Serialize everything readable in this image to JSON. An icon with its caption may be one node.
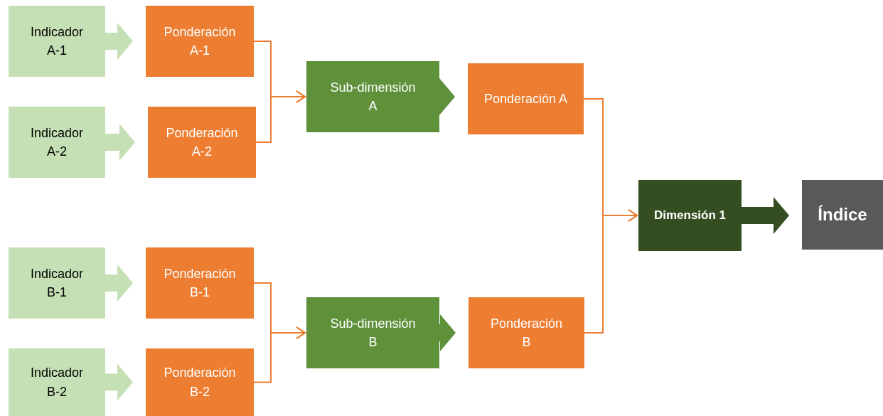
{
  "diagram": {
    "nodes": [
      {
        "text": [
          "Indicador A-1"
        ]
      },
      {
        "text": [
          "Ponderación A-1"
        ]
      },
      {
        "text": [
          "Indicador A-2"
        ]
      },
      {
        "text": [
          "Ponderación A-2"
        ]
      },
      {
        "text": [
          "Sub-dimensión A"
        ]
      },
      {
        "text": [
          "Ponderación A"
        ]
      },
      {
        "text": [
          "Indicador B-1"
        ]
      },
      {
        "text": [
          "Ponderación B-1"
        ]
      },
      {
        "text": [
          "Indicador B-2"
        ]
      },
      {
        "text": [
          "Ponderación B-2"
        ]
      },
      {
        "text": [
          "Sub-dimensión B"
        ]
      },
      {
        "text": [
          "Ponderación B"
        ]
      },
      {
        "text": [
          "Dimensión 1"
        ]
      },
      {
        "text": [
          "Índice"
        ]
      }
    ],
    "edges": [
      {
        "from": 0,
        "to": 1,
        "arrow": "to",
        "style": "thick",
        "color": "#c5e0b4"
      },
      {
        "from": 2,
        "to": 3,
        "arrow": "to",
        "style": "thick",
        "color": "#c5e0b4"
      },
      {
        "from": 1,
        "to": 4,
        "arrow": "to"
      },
      {
        "from": 3,
        "to": 4,
        "arrow": "to"
      },
      {
        "from": 4,
        "to": 5,
        "arrow": "to",
        "style": "thick",
        "color": "#5e913a"
      },
      {
        "from": 6,
        "to": 7,
        "arrow": "to",
        "style": "thick",
        "color": "#c5e0b4"
      },
      {
        "from": 8,
        "to": 9,
        "arrow": "to",
        "style": "thick",
        "color": "#c5e0b4"
      },
      {
        "from": 7,
        "to": 10,
        "arrow": "to"
      },
      {
        "from": 9,
        "to": 10,
        "arrow": "to"
      },
      {
        "from": 10,
        "to": 11,
        "arrow": "to",
        "style": "thick",
        "color": "#5e913a"
      },
      {
        "from": 5,
        "to": 12,
        "arrow": "to"
      },
      {
        "from": 11,
        "to": 12,
        "arrow": "to"
      },
      {
        "from": 12,
        "to": 13,
        "arrow": "to",
        "style": "thick",
        "color": "#344e21"
      }
    ]
  }
}
